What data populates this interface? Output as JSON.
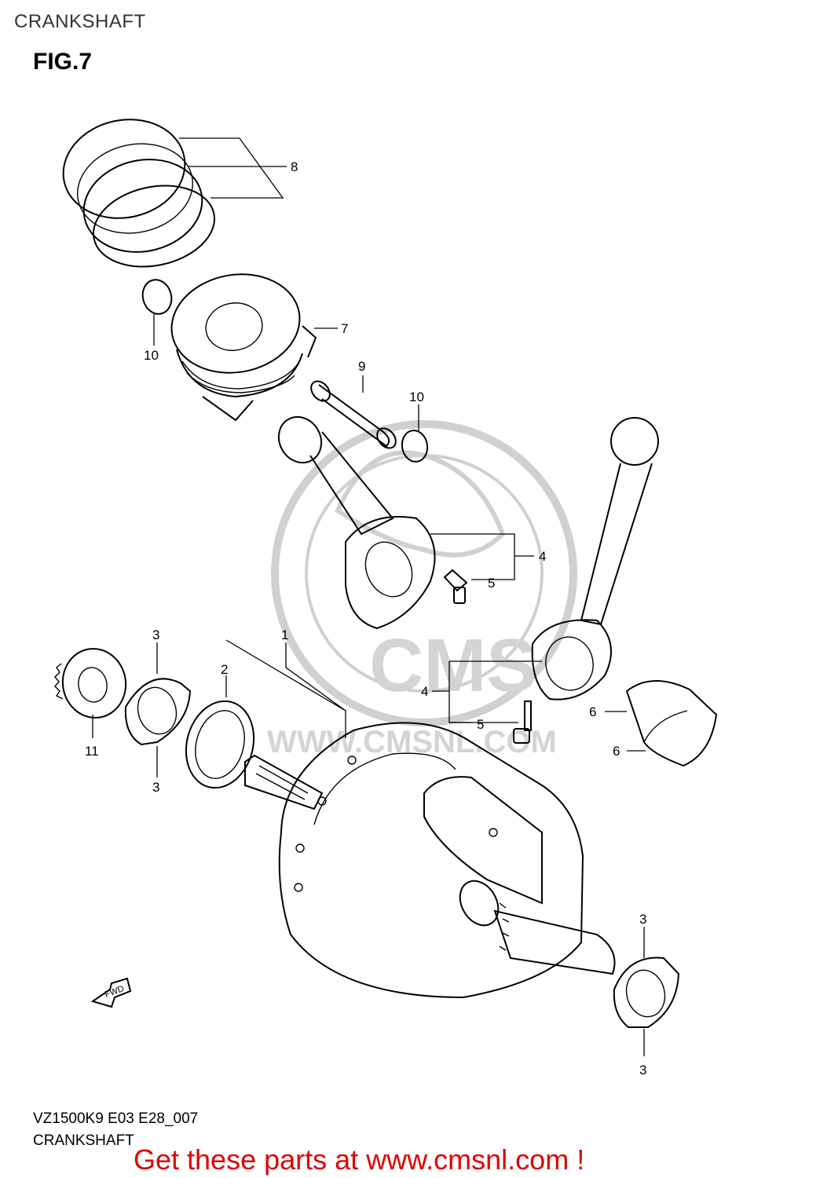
{
  "header": {
    "title": "CRANKSHAFT"
  },
  "figure": {
    "label": "FIG.7"
  },
  "watermark": {
    "logo": "CMS",
    "url": "WWW.CMSNL.COM"
  },
  "fwd_marker": {
    "label": "FWD"
  },
  "callouts": {
    "c1": "1",
    "c2": "2",
    "c3a": "3",
    "c3b": "3",
    "c3c": "3",
    "c3d": "3",
    "c4a": "4",
    "c4b": "4",
    "c5a": "5",
    "c5b": "5",
    "c6a": "6",
    "c6b": "6",
    "c7": "7",
    "c8": "8",
    "c9": "9",
    "c10a": "10",
    "c10b": "10",
    "c11": "11"
  },
  "footer": {
    "model_code": "VZ1500K9 E03 E28_007",
    "section_name": "CRANKSHAFT",
    "cta": "Get these parts at www.cmsnl.com !"
  },
  "colors": {
    "cta": "#e00000",
    "watermark": "#d4d4d4"
  }
}
